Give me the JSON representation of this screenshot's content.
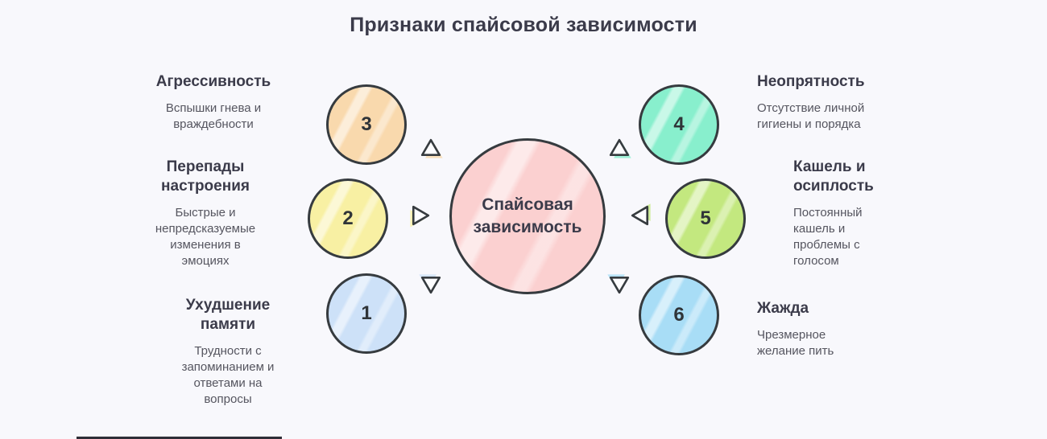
{
  "title": "Признаки спайсовой зависимости",
  "colors": {
    "background": "#f8f8fc",
    "outline": "#363b3f"
  },
  "center": {
    "label": "Спайсовая\nзависимость",
    "color": "#fbd0d0"
  },
  "signs": [
    {
      "number": "1",
      "heading": "Ухудшение\nпамяти",
      "description": "Трудности с\nзапоминанием и\nответами на\nвопросы",
      "color": "#cde1f8",
      "arrow": "down"
    },
    {
      "number": "2",
      "heading": "Перепады\nнастроения",
      "description": "Быстрые и\nнепредсказуемые\nизменения в\nэмоциях",
      "color": "#f8f0a3",
      "arrow": "right"
    },
    {
      "number": "3",
      "heading": "Агрессивность",
      "description": "Вспышки гнева и\nвраждебности",
      "color": "#f9d9ad",
      "arrow": "up"
    },
    {
      "number": "4",
      "heading": "Неопрятность",
      "description": "Отсутствие личной\nгигиены и порядка",
      "color": "#88efcd",
      "arrow": "up"
    },
    {
      "number": "5",
      "heading": "Кашель и\nосиплость",
      "description": "Постоянный\nкашель и\nпроблемы с\nголосом",
      "color": "#c3e87f",
      "arrow": "left"
    },
    {
      "number": "6",
      "heading": "Жажда",
      "description": "Чрезмерное\nжелание пить",
      "color": "#a8ddf6",
      "arrow": "down"
    }
  ]
}
